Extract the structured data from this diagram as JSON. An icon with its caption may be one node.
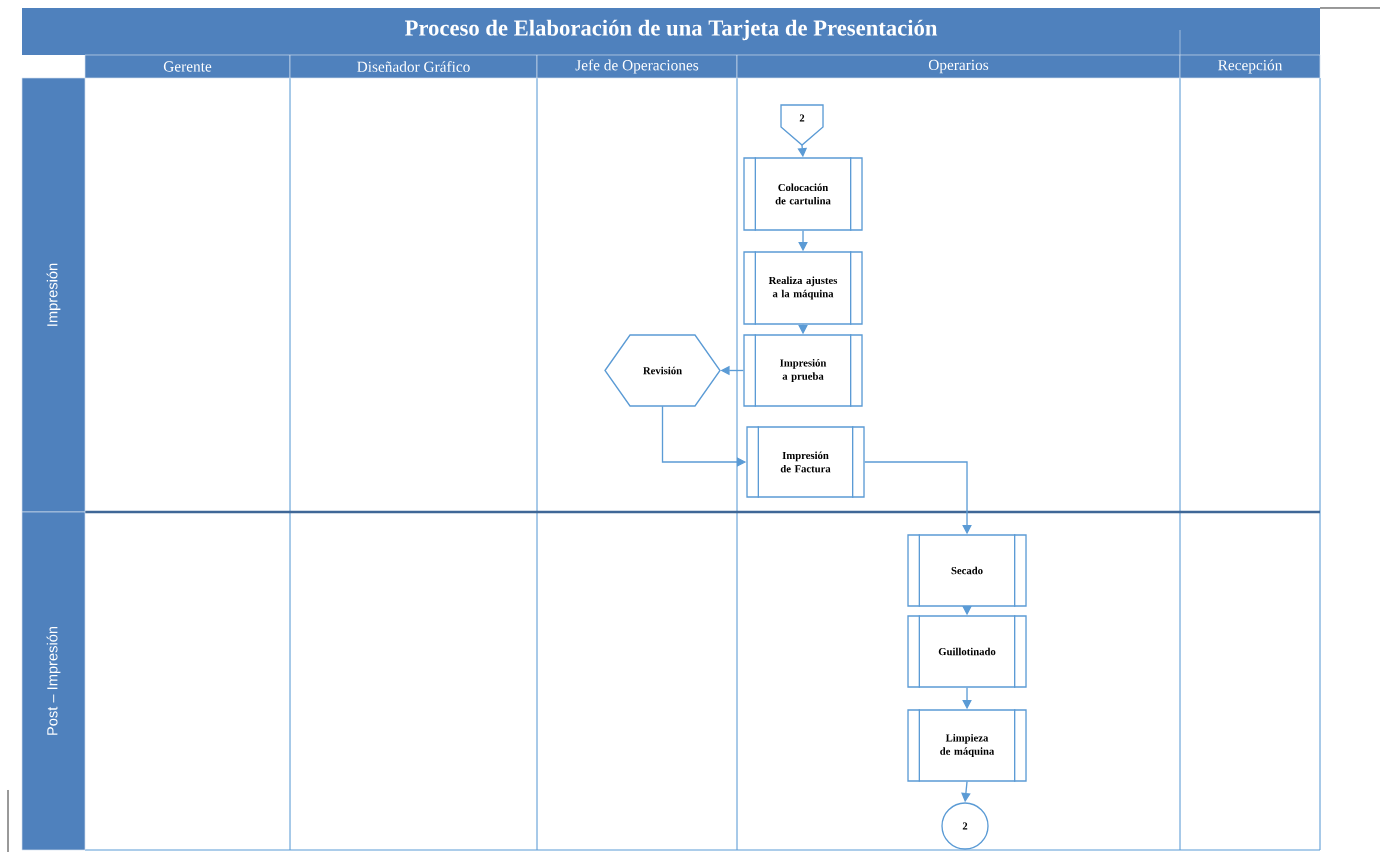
{
  "diagram": {
    "title": "Proceso de Elaboración de una Tarjeta de Presentación",
    "nodes": [
      {
        "text": [
          "Gerente"
        ]
      },
      {
        "text": [
          "Diseñador Gráfico"
        ]
      },
      {
        "text": [
          "Jefe de Operaciones"
        ]
      },
      {
        "text": [
          "Operarios"
        ]
      },
      {
        "text": [
          "Recepción"
        ]
      },
      {
        "text": [
          "Impresión"
        ]
      },
      {
        "text": [
          "Post – Impresión"
        ]
      },
      {
        "text": [
          "2"
        ]
      },
      {
        "text": [
          "Colocación de cartulina"
        ]
      },
      {
        "text": [
          "Realiza ajustes a la máquina"
        ]
      },
      {
        "text": [
          "Impresión a prueba"
        ]
      },
      {
        "text": [
          "Revisión"
        ]
      },
      {
        "text": [
          "Impresión de Factura"
        ]
      },
      {
        "text": [
          "Secado"
        ]
      },
      {
        "text": [
          "Guillotinado"
        ]
      },
      {
        "text": [
          "Limpieza de máquina"
        ]
      },
      {
        "text": [
          "2"
        ]
      }
    ],
    "edges": [
      {
        "from": 7,
        "to": 8,
        "arrow": "to"
      },
      {
        "from": 8,
        "to": 9,
        "arrow": "to"
      },
      {
        "from": 9,
        "to": 10,
        "arrow": "to"
      },
      {
        "from": 10,
        "to": 11,
        "arrow": "to"
      },
      {
        "from": 11,
        "to": 12,
        "arrow": "to"
      },
      {
        "from": 12,
        "to": 13,
        "arrow": "to"
      },
      {
        "from": 13,
        "to": 14,
        "arrow": "to"
      },
      {
        "from": 14,
        "to": 15,
        "arrow": "to"
      },
      {
        "from": 15,
        "to": 16,
        "arrow": "to"
      }
    ]
  }
}
